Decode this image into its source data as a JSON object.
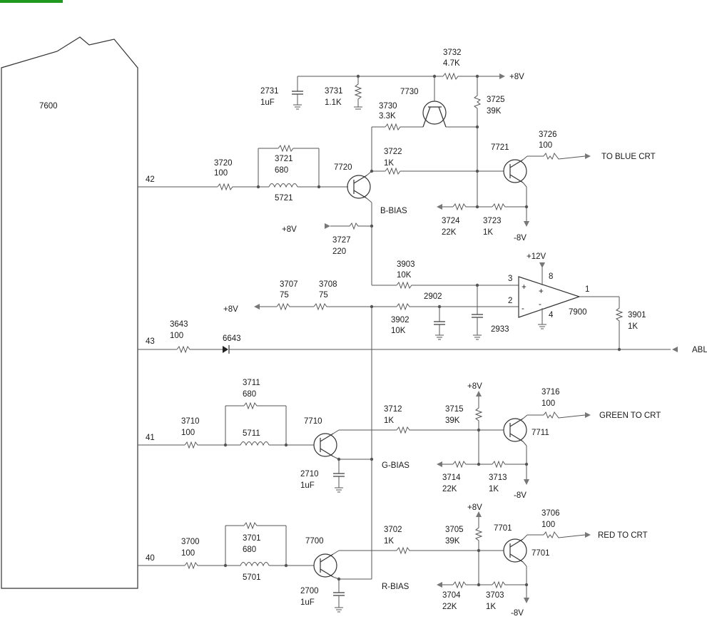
{
  "ic": {
    "ref": "7600",
    "pins": [
      "42",
      "43",
      "41",
      "40"
    ]
  },
  "blue": {
    "q_in": "7720",
    "q_ctl": "7730",
    "q_out": "7721",
    "r3720": [
      "3720",
      "100"
    ],
    "r3721": [
      "3721",
      "680"
    ],
    "l5721": "5721",
    "r3732": [
      "3732",
      "4.7K"
    ],
    "r3731": [
      "3731",
      "1.1K"
    ],
    "c2731": [
      "2731",
      "1uF"
    ],
    "r3730": [
      "3730",
      "3.3K"
    ],
    "r3725": [
      "3725",
      "39K"
    ],
    "r3722": [
      "3722",
      "1K"
    ],
    "r3726": [
      "3726",
      "100"
    ],
    "r3724": [
      "3724",
      "22K"
    ],
    "r3723": [
      "3723",
      "1K"
    ],
    "r3727": [
      "3727",
      "220"
    ],
    "bias": "B-BIAS",
    "out": "TO BLUE CRT"
  },
  "opamp": {
    "ref": "7900",
    "r3903": [
      "3903",
      "10K"
    ],
    "r3707": [
      "3707",
      "75"
    ],
    "r3708": [
      "3708",
      "75"
    ],
    "r3902": [
      "3902",
      "10K"
    ],
    "node2902": "2902",
    "c2933": "2933",
    "r3901": [
      "3901",
      "1K"
    ],
    "pin_plus": "3",
    "pin_minus": "2",
    "pin_out": "1",
    "pin_vcc": "8",
    "pin_gnd": "4",
    "sign_plus": "+",
    "sign_minus": "-",
    "sign_inner_plus": "+",
    "sign_inner_minus": "-"
  },
  "abl": {
    "r3643": [
      "3643",
      "100"
    ],
    "d6643": "6643",
    "label": "ABL"
  },
  "green": {
    "q_in": "7710",
    "q_out": "7711",
    "r3711": [
      "3711",
      "680"
    ],
    "r3710": [
      "3710",
      "100"
    ],
    "l5711": "5711",
    "r3712": [
      "3712",
      "1K"
    ],
    "r3715": [
      "3715",
      "39K"
    ],
    "r3716": [
      "3716",
      "100"
    ],
    "c2710": [
      "2710",
      "1uF"
    ],
    "r3714": [
      "3714",
      "22K"
    ],
    "r3713": [
      "3713",
      "1K"
    ],
    "bias": "G-BIAS",
    "out": "GREEN TO CRT"
  },
  "red": {
    "q_in": "7700",
    "q_out": "7701",
    "q_out_label2": "7701",
    "r3701": [
      "3701",
      "680"
    ],
    "r3700": [
      "3700",
      "100"
    ],
    "l5701": "5701",
    "r3702": [
      "3702",
      "1K"
    ],
    "r3705": [
      "3705",
      "39K"
    ],
    "r3706": [
      "3706",
      "100"
    ],
    "c2700": [
      "2700",
      "1uF"
    ],
    "r3704": [
      "3704",
      "22K"
    ],
    "r3703": [
      "3703",
      "1K"
    ],
    "bias": "R-BIAS",
    "out": "RED TO CRT"
  },
  "rails": {
    "p8": "+8V",
    "m8": "-8V",
    "p12": "+12V"
  }
}
